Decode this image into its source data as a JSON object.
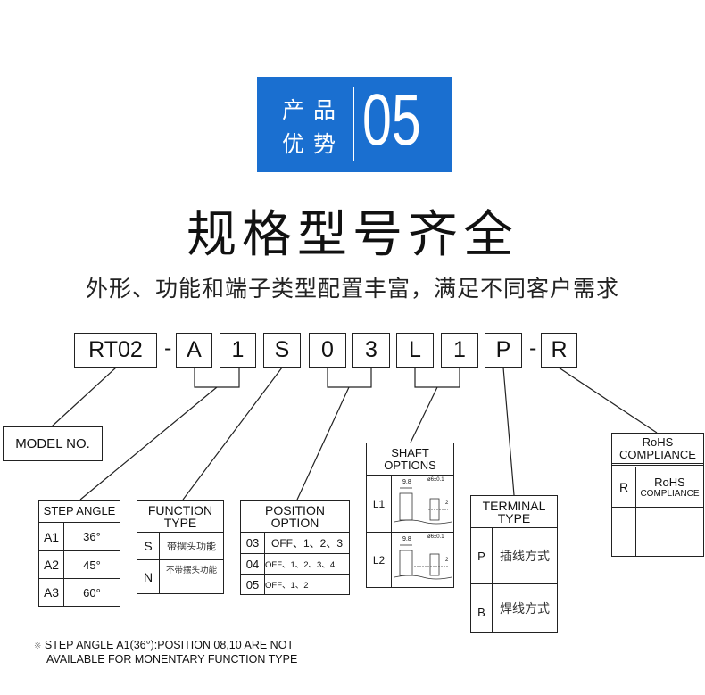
{
  "badge": {
    "line1": "产品",
    "line2": "优势",
    "number": "05",
    "color": "#1a6fd0"
  },
  "title": "规格型号齐全",
  "subtitle": "外形、功能和端子类型配置丰富，满足不同客户需求",
  "code": {
    "segments": [
      "RT02",
      "A",
      "1",
      "S",
      "0",
      "3",
      "L",
      "1",
      "P",
      "R"
    ],
    "separator": "-"
  },
  "model_label": "MODEL NO.",
  "step_angle": {
    "header": "STEP ANGLE",
    "rows": [
      {
        "code": "A1",
        "value": "36°"
      },
      {
        "code": "A2",
        "value": "45°"
      },
      {
        "code": "A3",
        "value": "60°"
      }
    ]
  },
  "function_type": {
    "header": "FUNCTION TYPE",
    "rows": [
      {
        "code": "S",
        "value": "带摆头功能"
      },
      {
        "code": "N",
        "value": "不带摆头功能"
      }
    ]
  },
  "position_option": {
    "header": "POSITION OPTION",
    "rows": [
      {
        "code": "03",
        "value": "OFF、1、2、3"
      },
      {
        "code": "04",
        "value": "OFF、1、2、3、4"
      },
      {
        "code": "05",
        "value": "OFF、1、2"
      }
    ]
  },
  "shaft_options": {
    "header": "SHAFT OPTIONS",
    "rows": [
      {
        "code": "L1"
      },
      {
        "code": "L2"
      }
    ],
    "dim_width": "9.8",
    "dim_dia": "ø6±0.1",
    "dim_depth": "2"
  },
  "terminal_type": {
    "header": "TERMINAL TYPE",
    "rows": [
      {
        "code": "P",
        "value": "插线方式"
      },
      {
        "code": "B",
        "value": "焊线方式"
      }
    ]
  },
  "rohs": {
    "header": "RoHS COMPLIANCE",
    "rows": [
      {
        "code": "R",
        "value1": "RoHS",
        "value2": "COMPLIANCE"
      }
    ]
  },
  "note": {
    "mark": "※",
    "line1": "STEP ANGLE A1(36°):POSITION 08,10 ARE  NOT",
    "line2": "AVAILABLE FOR MONENTARY FUNCTION TYPE"
  }
}
